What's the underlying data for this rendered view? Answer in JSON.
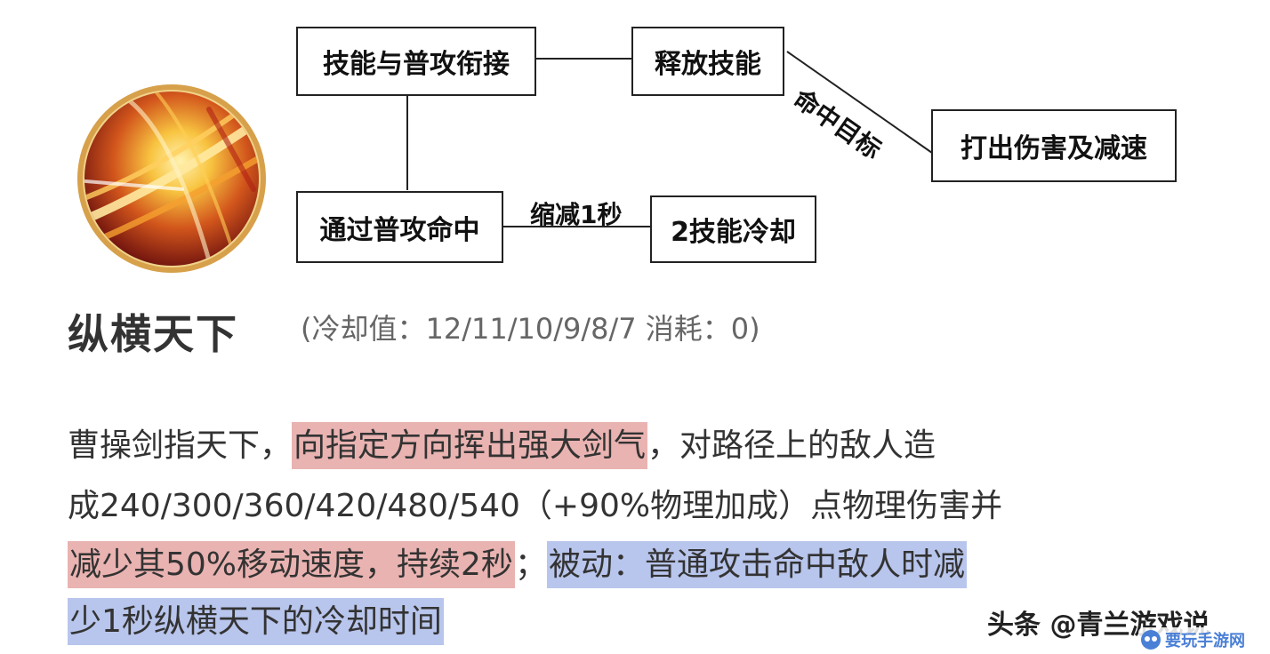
{
  "flow": {
    "link_box": "技能与普攻衔接",
    "cast_box": "释放技能",
    "result_box": "打出伤害及减速",
    "basic_hit_box": "通过普攻命中",
    "cooldown_box": "2技能冷却",
    "hit_target_label": "命中目标",
    "reduce_label": "缩减1秒"
  },
  "skill": {
    "name": "纵横天下",
    "meta": "(冷却值：12/11/10/9/8/7 消耗：0)"
  },
  "description": {
    "line1_a": "曹操剑指天下，",
    "line1_hl": "向指定方向挥出强大剑气",
    "line1_b": "，对路径上的敌人造",
    "line2": "成240/300/360/420/480/540（+90%物理加成）点物理伤害并",
    "line3_hl_red": "减少其50%移动速度，持续2秒",
    "line3_sep": "；",
    "line3_hl_blue": "被动：普通攻击命中敌人时减",
    "line4_hl_blue": "少1秒纵横天下的冷却时间"
  },
  "watermark": {
    "text": "头条 @青兰游戏说",
    "badge_text": "要玩手游网"
  },
  "colors": {
    "highlight_red": "#e9b3b1",
    "highlight_blue": "#b8c5ec",
    "icon_ring": "#d7a04a"
  },
  "icons": [
    "skill-sword-qi-icon",
    "gamepad-icon"
  ]
}
